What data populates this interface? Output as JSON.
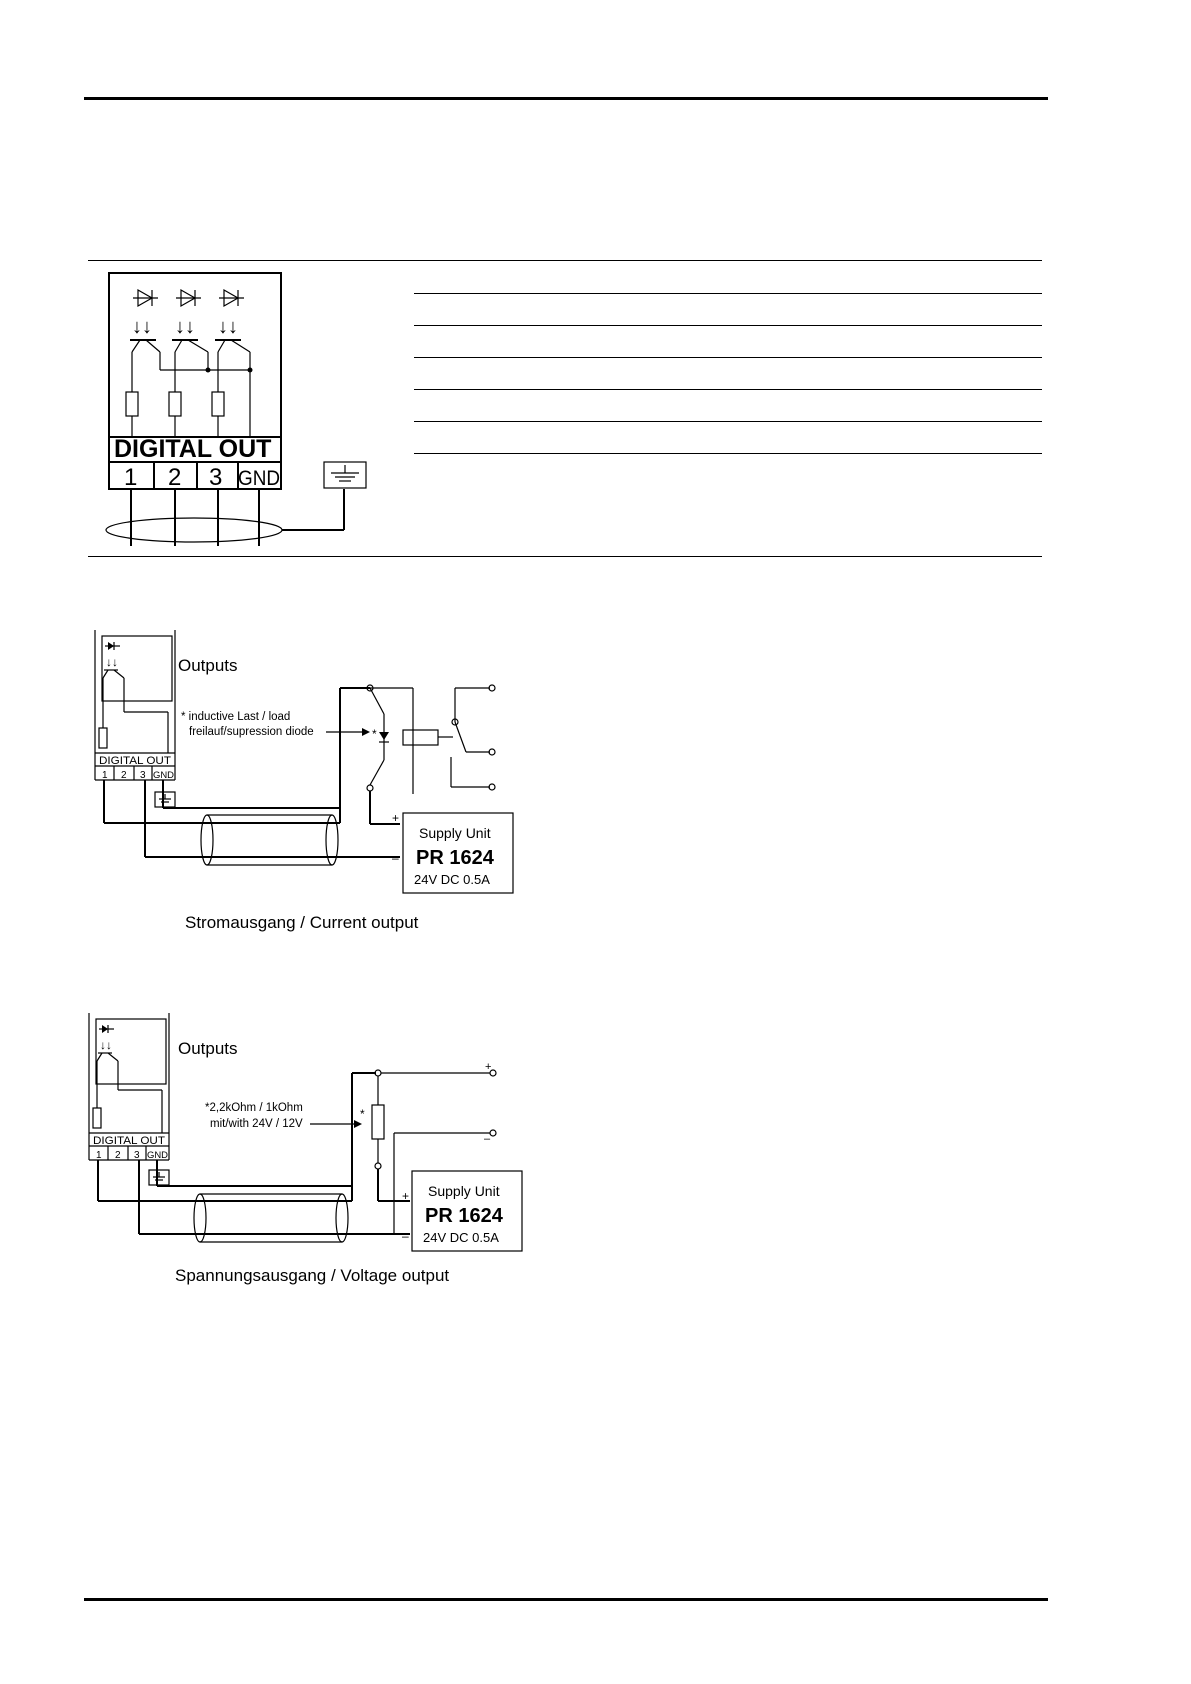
{
  "terminal_block": {
    "title": "DIGITAL OUT",
    "terminals": [
      "1",
      "2",
      "3",
      "GND"
    ]
  },
  "current_output": {
    "caption": "Stromausgang / Current output",
    "outputs_label": "Outputs",
    "block_label": "DIGITAL OUT",
    "terminals": [
      "1",
      "2",
      "3",
      "GND"
    ],
    "note_line1": "* inductive Last / load",
    "note_line2": "freilauf/supression diode",
    "note_star": "*",
    "supply": {
      "line1": "Supply Unit",
      "line2": "PR 1624",
      "line3": "24V DC 0.5A"
    },
    "plus": "+",
    "minus": "–"
  },
  "voltage_output": {
    "caption": "Spannungsausgang / Voltage output",
    "outputs_label": "Outputs",
    "block_label": "DIGITAL OUT",
    "terminals": [
      "1",
      "2",
      "3",
      "GND"
    ],
    "note_line1": "*2,2kOhm / 1kOhm",
    "note_line2": "mit/with 24V / 12V",
    "note_star": "*",
    "supply": {
      "line1": "Supply Unit",
      "line2": "PR 1624",
      "line3": "24V DC 0.5A"
    },
    "plus": "+",
    "minus": "–",
    "out_plus": "+",
    "out_minus": "–"
  },
  "colors": {
    "ink": "#000000",
    "paper": "#ffffff"
  }
}
